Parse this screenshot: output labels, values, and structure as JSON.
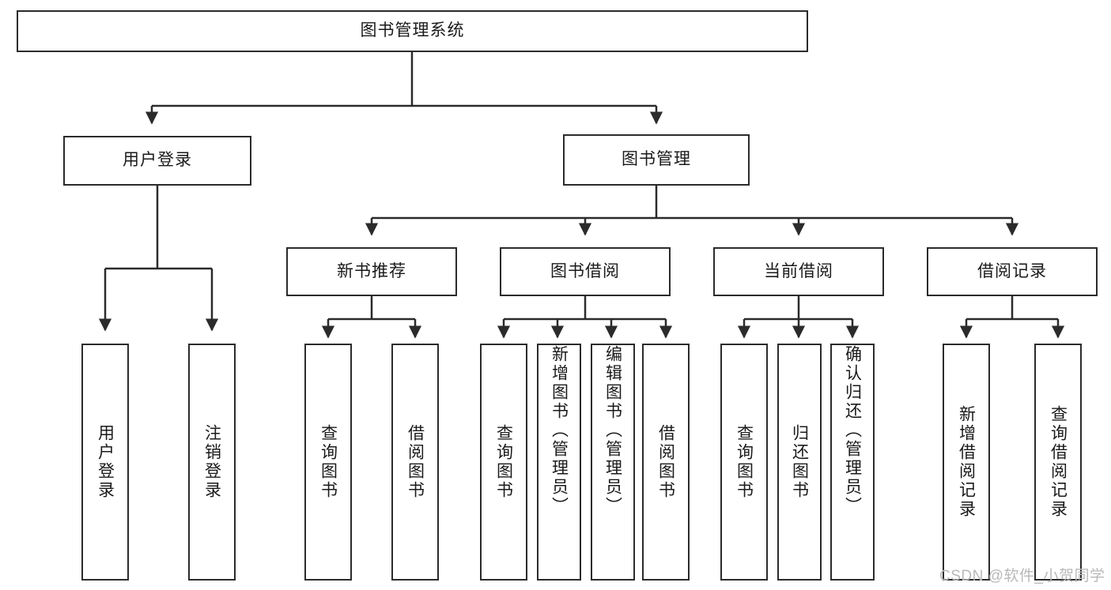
{
  "diagram": {
    "title": "图书管理系统",
    "watermark": "CSDN @软件_小贺同学",
    "colors": {
      "stroke": "#2b2b2b",
      "fill": "#ffffff",
      "text": "#1a1a1a",
      "watermark": "#b9b9b9"
    }
  },
  "nodes": {
    "root": {
      "label": "图书管理系统"
    },
    "level1": [
      {
        "label": "用户登录"
      },
      {
        "label": "图书管理"
      }
    ],
    "level2": [
      {
        "label": "新书推荐"
      },
      {
        "label": "图书借阅"
      },
      {
        "label": "当前借阅"
      },
      {
        "label": "借阅记录"
      }
    ],
    "leaves": {
      "user_login": [
        {
          "label": "用户登录"
        },
        {
          "label": "注销登录"
        }
      ],
      "new_book": [
        {
          "label": "查询图书"
        },
        {
          "label": "借阅图书"
        }
      ],
      "book_borrow": [
        {
          "label": "查询图书"
        },
        {
          "label": "新增图书（管理员）"
        },
        {
          "label": "编辑图书（管理员）"
        },
        {
          "label": "借阅图书"
        }
      ],
      "current_borrow": [
        {
          "label": "查询图书"
        },
        {
          "label": "归还图书"
        },
        {
          "label": "确认归还（管理员）"
        }
      ],
      "borrow_record": [
        {
          "label": "新增借阅记录"
        },
        {
          "label": "查询借阅记录"
        }
      ]
    }
  }
}
